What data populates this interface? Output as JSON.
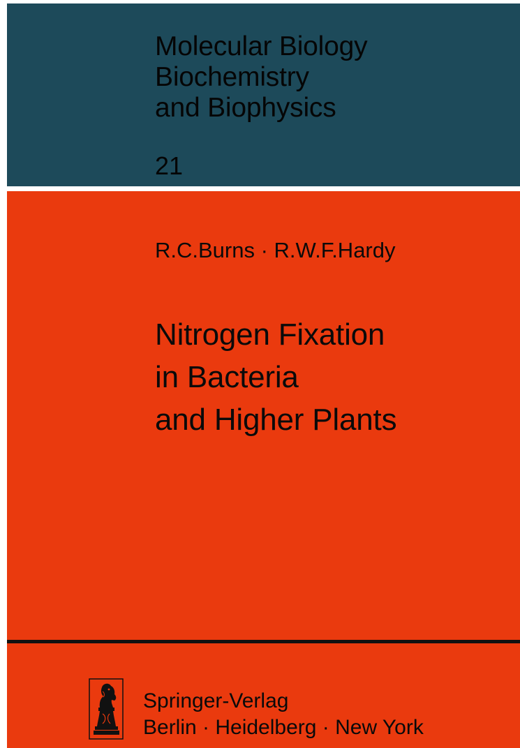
{
  "series": {
    "title_lines": [
      "Molecular Biology",
      "Biochemistry",
      "and Biophysics"
    ],
    "number": "21"
  },
  "book": {
    "authors": "R.C.Burns · R.W.F.Hardy",
    "title_lines": [
      "Nitrogen Fixation",
      "in Bacteria",
      "and Higher Plants"
    ]
  },
  "publisher": {
    "name": "Springer-Verlag",
    "cities": "Berlin · Heidelberg · New York",
    "logo_icon": "knight-chess-piece-icon"
  },
  "colors": {
    "series_band": "#1d4a5a",
    "main_panel": "#ea3a0e",
    "text": "#0a0a0a"
  }
}
